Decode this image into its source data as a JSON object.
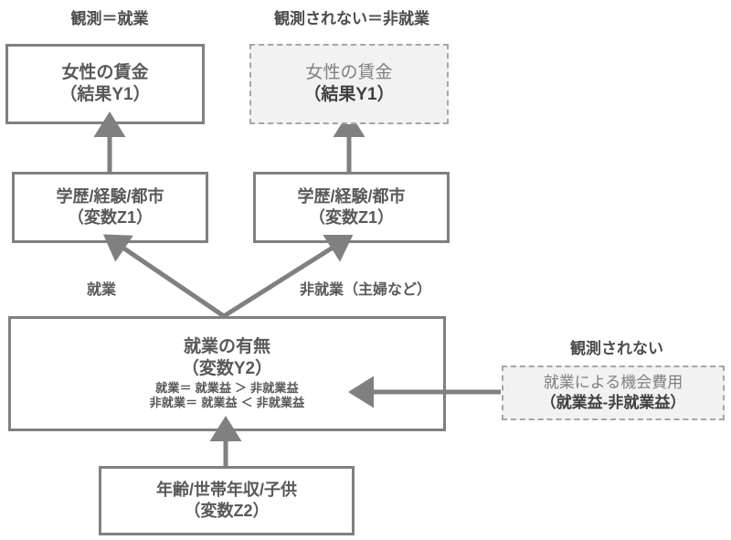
{
  "diagram": {
    "title_left": "観測＝就業",
    "title_right": "観測されない＝非就業",
    "caption_unobserved": "観測されない",
    "nodes": {
      "wage_observed": {
        "line1": "女性の賃金",
        "line2": "（結果Y1）"
      },
      "wage_unobserved": {
        "line1": "女性の賃金",
        "line2": "（結果Y1）"
      },
      "covariates_left": {
        "line1": "学歴/経験/都市",
        "line2": "（変数Z1）"
      },
      "covariates_right": {
        "line1": "学歴/経験/都市",
        "line2": "（変数Z1）"
      },
      "employment_status": {
        "line1": "就業の有無",
        "line2": "（変数Y2）",
        "rule1": "就業＝ 就業益 ＞ 非就業益",
        "rule2": "非就業＝ 就業益 ＜ 非就業益"
      },
      "opportunity_cost": {
        "line1": "就業による機会費用",
        "line2": "（就業益-非就業益）"
      },
      "household": {
        "line1": "年齢/世帯年収/子供",
        "line2": "（変数Z2）"
      }
    },
    "edge_labels": {
      "employed": "就業",
      "not_employed": "非就業（主婦など）"
    },
    "colors": {
      "solid_border": "#808080",
      "dashed_border": "#a6a6a6",
      "dashed_fill": "#f2f2f2",
      "arrow": "#808080",
      "text_dark": "#595959",
      "text_muted": "#808080"
    }
  }
}
